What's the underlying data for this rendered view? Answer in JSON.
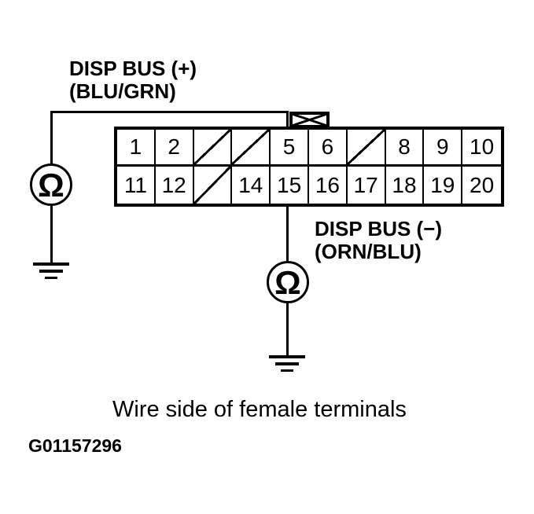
{
  "colors": {
    "ink": "#000000",
    "paper": "#ffffff"
  },
  "top_label": {
    "line1": "DISP BUS (+)",
    "line2": "(BLU/GRN)"
  },
  "bottom_label": {
    "line1": "DISP BUS (−)",
    "line2": "(ORN/BLU)"
  },
  "meter": {
    "symbol": "Ω"
  },
  "caption": "Wire side of female terminals",
  "figure_id": "G01157296",
  "connector": {
    "rows": [
      [
        {
          "label": "1"
        },
        {
          "label": "2"
        },
        {
          "slash": true
        },
        {
          "slash": true
        },
        {
          "label": "5"
        },
        {
          "label": "6"
        },
        {
          "slash": true
        },
        {
          "label": "8"
        },
        {
          "label": "9"
        },
        {
          "label": "10"
        }
      ],
      [
        {
          "label": "11"
        },
        {
          "label": "12"
        },
        {
          "slash": true
        },
        {
          "label": "14"
        },
        {
          "label": "15"
        },
        {
          "label": "16"
        },
        {
          "label": "17"
        },
        {
          "label": "18"
        },
        {
          "label": "19"
        },
        {
          "label": "20"
        }
      ]
    ]
  }
}
